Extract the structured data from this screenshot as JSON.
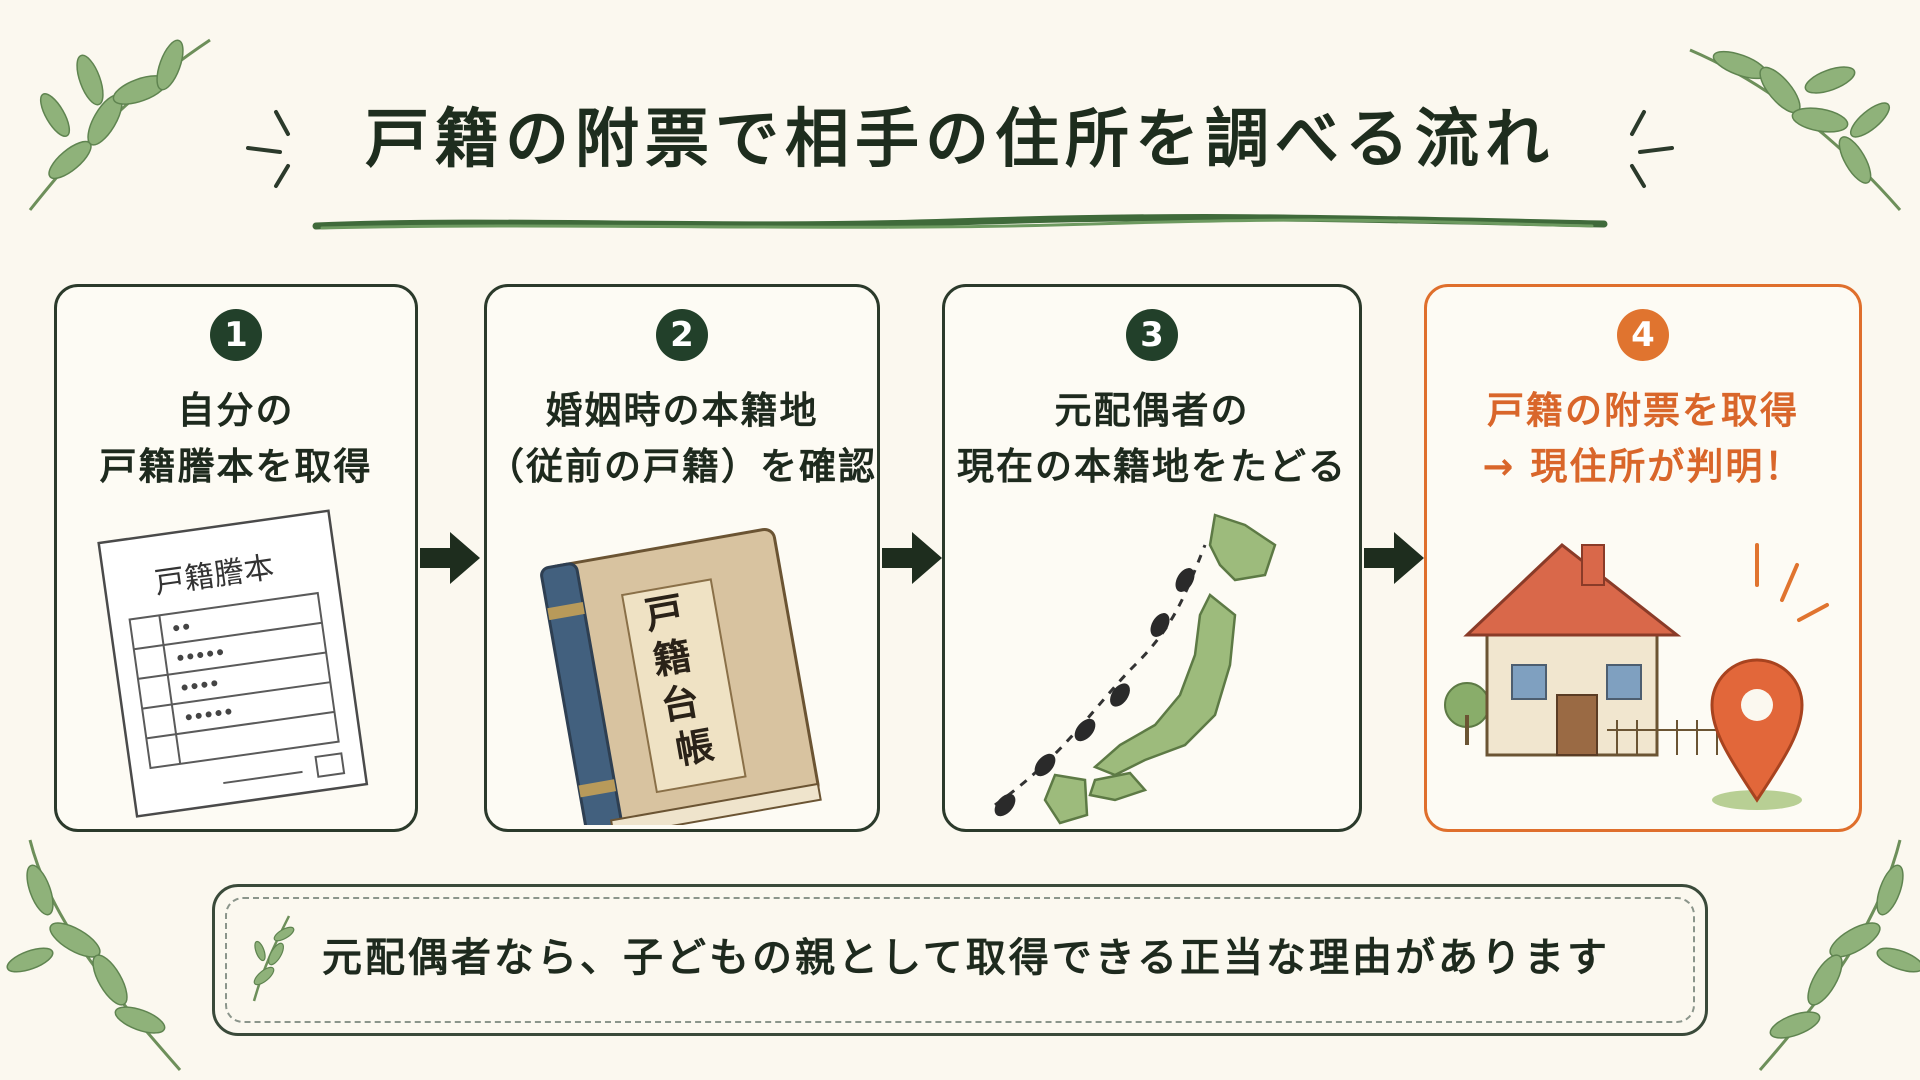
{
  "title": "戸籍の附票で相手の住所を調べる流れ",
  "steps": [
    {
      "number": "1",
      "text": "自分の\n戸籍謄本を取得",
      "doc_label": "戸籍謄本"
    },
    {
      "number": "2",
      "text": "婚姻時の本籍地\n（従前の戸籍）を確認",
      "book_label": "戸\n籍\n台\n帳"
    },
    {
      "number": "3",
      "text": "元配偶者の\n現在の本籍地をたどる"
    },
    {
      "number": "4",
      "text": "戸籍の附票を取得\n→ 現住所が判明！"
    }
  ],
  "note": "元配偶者なら、子どもの親として取得できる正当な理由があります",
  "colors": {
    "dark_green": "#22402a",
    "accent_orange": "#e0742f",
    "background": "#fbf8ef"
  },
  "icons": [
    "document-icon",
    "ledger-book-icon",
    "japan-map-footprints-icon",
    "house-location-pin-icon",
    "arrow-right-icon",
    "leaf-branch-icon"
  ]
}
